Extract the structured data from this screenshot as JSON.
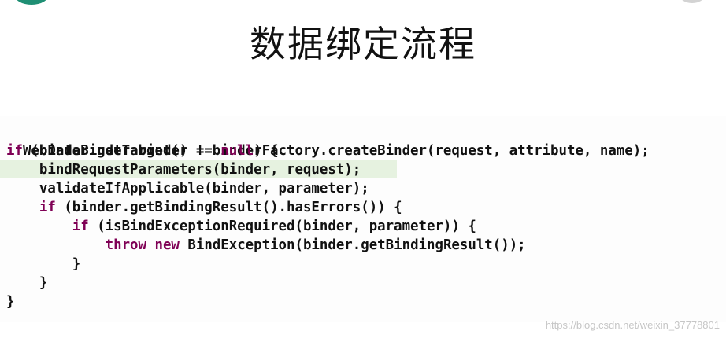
{
  "slide": {
    "title": "数据绑定流程"
  },
  "code": {
    "lines": [
      {
        "tokens": [
          "WebDataBinder binder = binderFactory.createBinder(request, attribute, name);"
        ]
      },
      {
        "tokens": [
          "if",
          " (binder.getTarget() != ",
          "null",
          ") {"
        ]
      },
      {
        "tokens": [
          "    bindRequestParameters(binder, request);"
        ]
      },
      {
        "tokens": [
          "    validateIfApplicable(binder, parameter);"
        ]
      },
      {
        "tokens": [
          "    ",
          "if",
          " (binder.getBindingResult().hasErrors()) {"
        ]
      },
      {
        "tokens": [
          "        ",
          "if",
          " (isBindExceptionRequired(binder, parameter)) {"
        ]
      },
      {
        "tokens": [
          "            ",
          "throw",
          " ",
          "new",
          " BindException(binder.getBindingResult());"
        ]
      },
      {
        "tokens": [
          "        }"
        ]
      },
      {
        "tokens": [
          "    }"
        ]
      },
      {
        "tokens": [
          "}"
        ]
      }
    ],
    "highlighted_line": 3,
    "keyword_color": "#7f0055",
    "highlight_color": "#e6f2e0"
  },
  "watermark": {
    "text": "https://blog.csdn.net/weixin_37778801"
  }
}
